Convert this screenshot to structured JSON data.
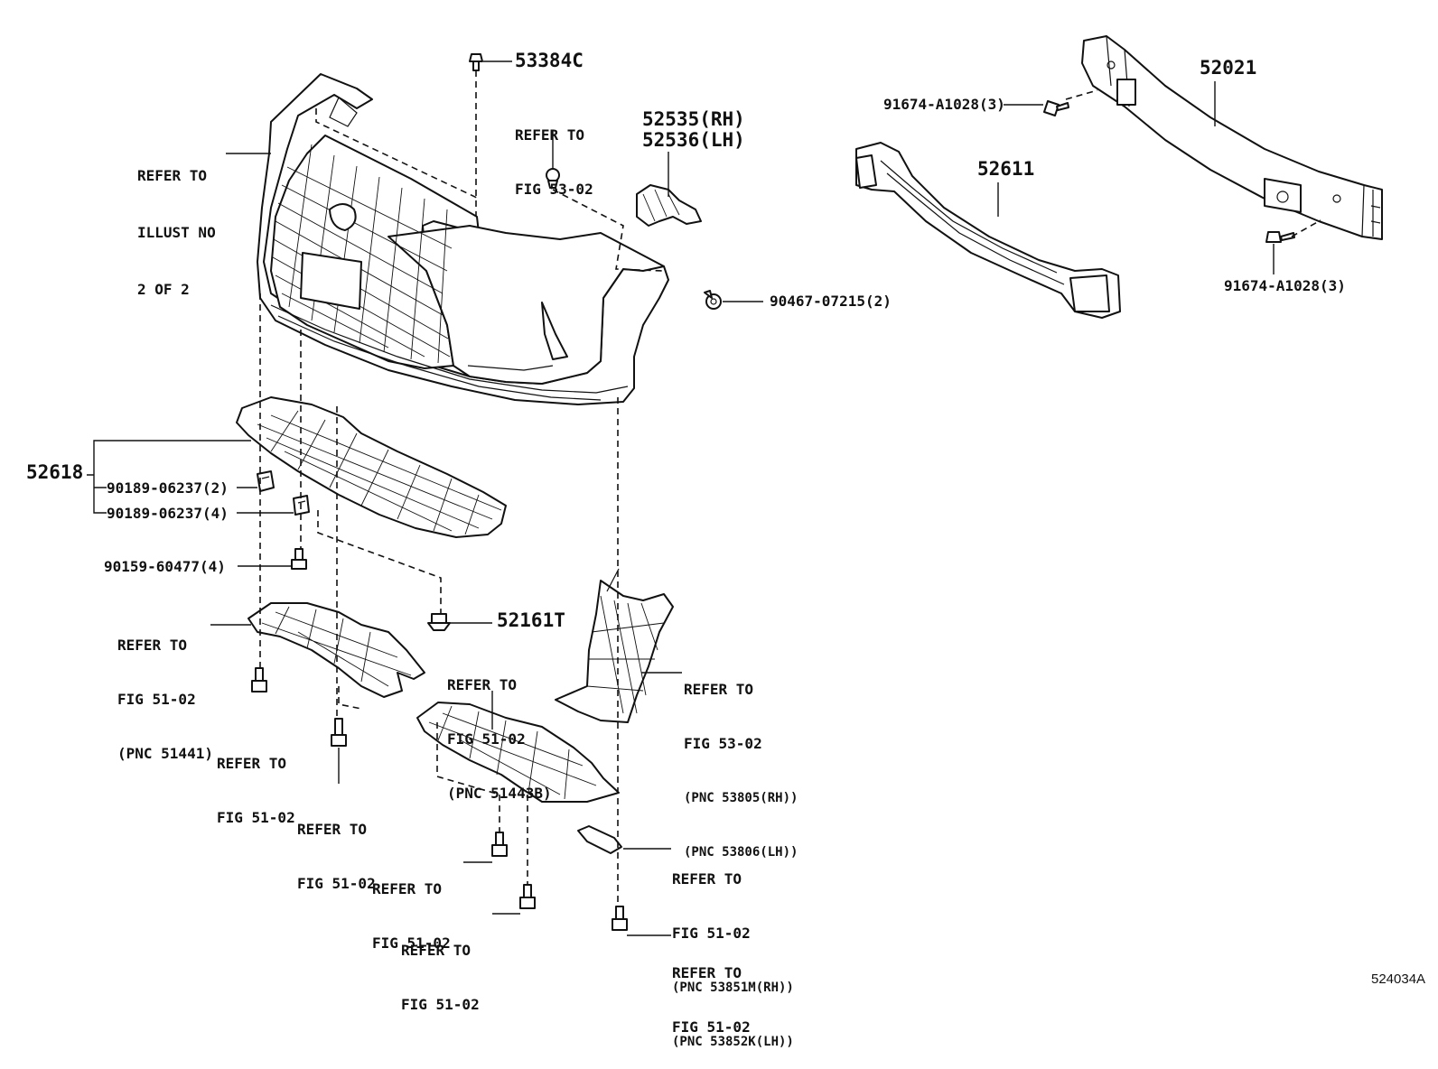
{
  "diagram_id": "524034A",
  "callouts": {
    "c53384c": "53384C",
    "refer_illust": [
      "REFER TO",
      "ILLUST NO",
      "2 OF 2"
    ],
    "refer_53_02_top": [
      "REFER TO",
      "FIG 53-02"
    ],
    "c52535": "52535(RH)",
    "c52536": "52536(LH)",
    "c90467": "90467-07215(2)",
    "c91674_top": "91674-A1028(3)",
    "c91674_bottom": "91674-A1028(3)",
    "c52021": "52021",
    "c52611": "52611",
    "c52618": "52618",
    "c90189_2": "90189-06237(2)",
    "c90189_4": "90189-06237(4)",
    "c90159": "90159-60477(4)",
    "c52161t": "52161T",
    "refer_51441": [
      "REFER TO",
      "FIG 51-02",
      "(PNC 51441)"
    ],
    "refer_51443b": [
      "REFER TO",
      "FIG 51-02",
      "(PNC 51443B)"
    ],
    "refer_53805": [
      "REFER TO",
      "FIG 53-02",
      "(PNC 53805(RH))",
      "(PNC 53806(LH))"
    ],
    "refer_51_02_a": [
      "REFER TO",
      "FIG 51-02"
    ],
    "refer_51_02_b": [
      "REFER TO",
      "FIG 51-02"
    ],
    "refer_51_02_c": [
      "REFER TO",
      "FIG 51-02"
    ],
    "refer_51_02_d": [
      "REFER TO",
      "FIG 51-02"
    ],
    "refer_53851": [
      "REFER TO",
      "FIG 51-02",
      "(PNC 53851M(RH))",
      "(PNC 53852K(LH))"
    ],
    "refer_51_02_e": [
      "REFER TO",
      "FIG 51-02"
    ]
  }
}
